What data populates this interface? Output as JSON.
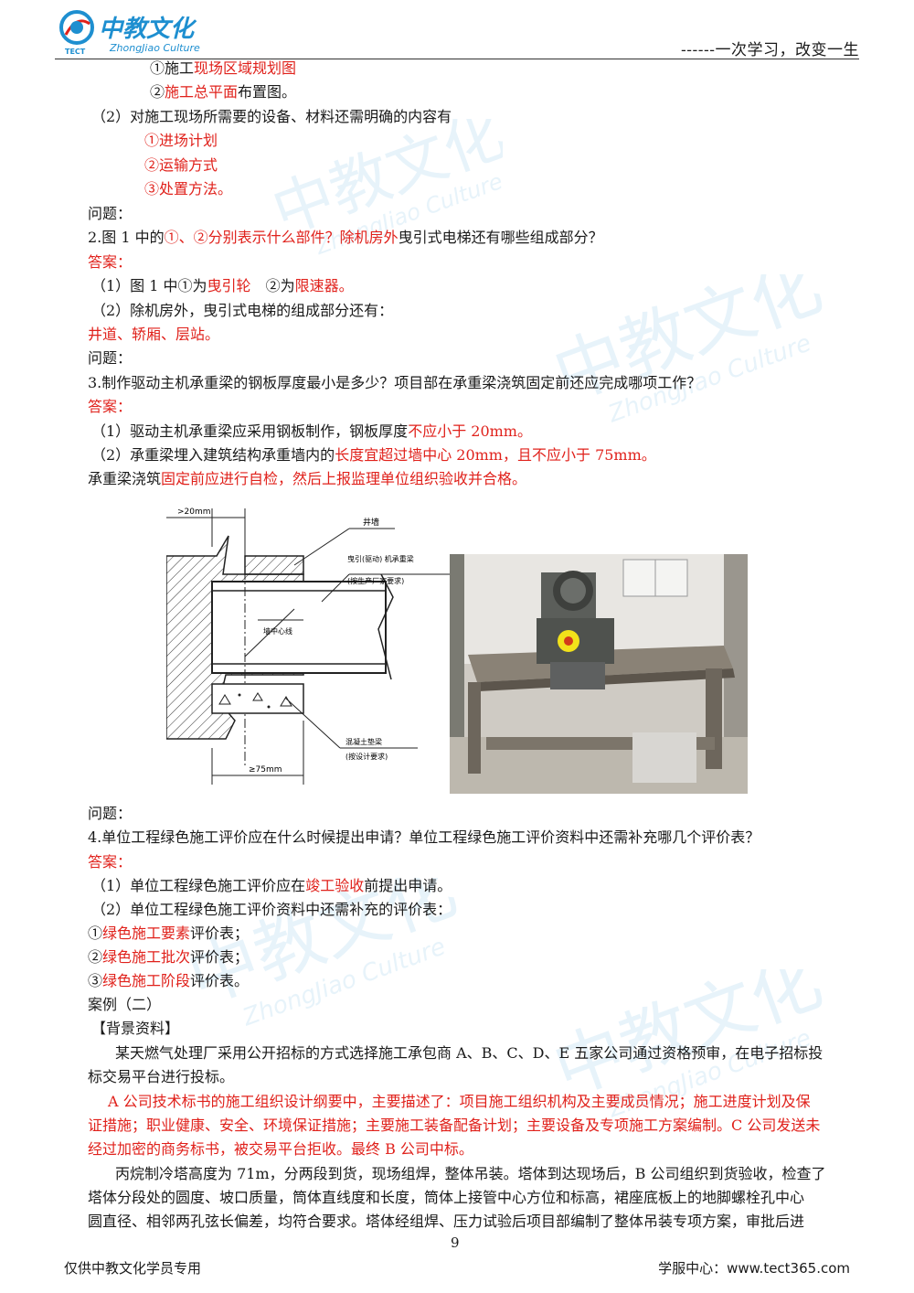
{
  "header": {
    "logo_cn": "中教文化",
    "logo_en": "ZhongJiao Culture",
    "logo_abbr": "TECT",
    "slogan": "------一次学习，改变一生"
  },
  "content": {
    "l1_pre": "①施工",
    "l1_red": "现场区域规划图",
    "l2_pre": "②",
    "l2_red": "施工总平面",
    "l2_post": "布置图。",
    "l3": "（2）对施工现场所需要的设备、材料还需明确的内容有",
    "l4": "①进场计划",
    "l5": "②运输方式",
    "l6": "③处置方法。",
    "q_label1": "问题：",
    "q2_pre": "2.图 1 中的",
    "q2_red": "①、②分别表示什么部件？除机房外",
    "q2_post": "曳引式电梯还有哪些组成部分？",
    "ans_label1": "答案：",
    "a2_1_pre": "（1）图 1 中①为",
    "a2_1_red1": "曳引轮",
    "a2_1_mid": "　②为",
    "a2_1_red2": "限速器。",
    "a2_2": "（2）除机房外，曳引式电梯的组成部分还有：",
    "a2_3": "井道、轿厢、层站。",
    "q_label2": "问题：",
    "q3": "3.制作驱动主机承重梁的钢板厚度最小是多少？项目部在承重梁浇筑固定前还应完成哪项工作？",
    "ans_label2": "答案：",
    "a3_1_pre": "（1）驱动主机承重梁应采用钢板制作，钢板厚度",
    "a3_1_red": "不应小于 20mm。",
    "a3_2_pre": "（2）承重梁埋入建筑结构承重墙内的",
    "a3_2_red": "长度宜超过墙中心 20mm，且不应小于 75mm。",
    "a3_3_pre": "承重梁浇筑",
    "a3_3_red": "固定前应进行自检，然后上报监理单位组织验收并合格。",
    "q_label3": "问题：",
    "q4": "4.单位工程绿色施工评价应在什么时候提出申请？单位工程绿色施工评价资料中还需补充哪几个评价表？",
    "ans_label3": "答案：",
    "a4_1_pre": "（1）单位工程绿色施工评价应在",
    "a4_1_red": "竣工验收",
    "a4_1_post": "前提出申请。",
    "a4_2": "（2）单位工程绿色施工评价资料中还需补充的评价表：",
    "a4_3_pre": "①",
    "a4_3_red": "绿色施工要素",
    "a4_3_post": "评价表；",
    "a4_4_pre": "②",
    "a4_4_red": "绿色施工批次",
    "a4_4_post": "评价表；",
    "a4_5_pre": "③",
    "a4_5_red": "绿色施工阶段",
    "a4_5_post": "评价表。",
    "case2": "案例（二）",
    "bg": "【背景资料】",
    "p1a": "某天燃气处理厂采用公开招标的方式选择施工承包商 A、B、C、D、E 五家公司通过资格预审，在电子招标投",
    "p1b": "标交易平台进行投标。",
    "p2a": "A 公司技术标书的施工组织设计纲要中，主要描述了：项目施工组织机构及主要成员情况；施工进度计划及保",
    "p2b": "证措施；职业健康、安全、环境保证措施；主要施工装备配备计划；主要设备及专项施工方案编制。C 公司发送未",
    "p2c": "经过加密的商务标书，被交易平台拒收。最终 B 公司中标。",
    "p3a": "丙烷制冷塔高度为 71m，分两段到货，现场组焊，整体吊装。塔体到达现场后，B 公司组织到货验收，检查了",
    "p3b": "塔体分段处的圆度、坡口质量，筒体直线度和长度，筒体上接管中心方位和标高，裙座底板上的地脚螺栓孔中心",
    "p3c": "圆直径、相邻两孔弦长偏差，均符合要求。塔体经组焊、压力试验后项目部编制了整体吊装专项方案，审批后进"
  },
  "figure": {
    "dim_top": ">20mm",
    "label_wall": "井墙",
    "label_beam1": "曳引(驱动) 机承重梁",
    "label_beam2": "(按生产厂家要求)",
    "label_center": "墙中心线",
    "label_pad1": "混凝土垫梁",
    "label_pad2": "(按设计要求)",
    "dim_bottom": "≥75mm"
  },
  "footer": {
    "page_number": "9",
    "left": "仅供中教文化学员专用",
    "right": "学服中心：www.tect365.com"
  },
  "colors": {
    "accent_red": "#e0211b",
    "logo_blue": "#1e8fd0"
  }
}
